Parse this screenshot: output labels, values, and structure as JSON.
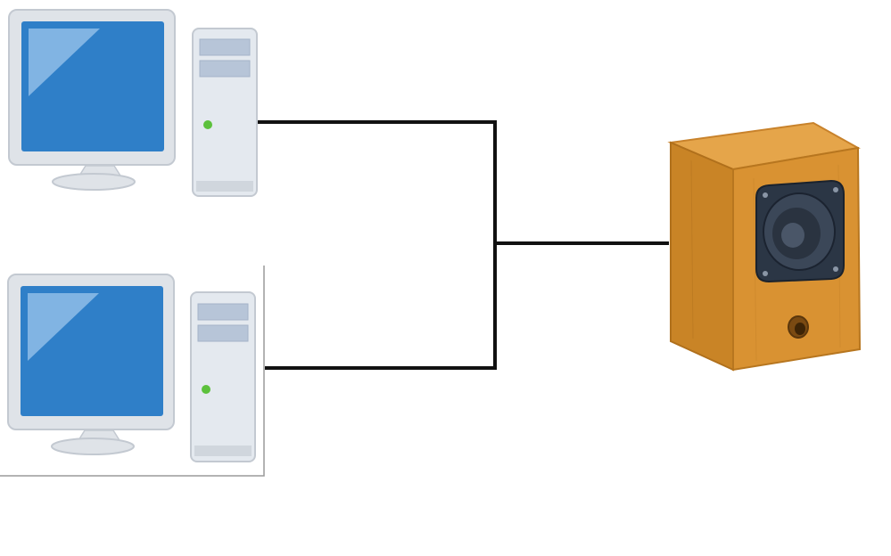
{
  "nodes": [
    {
      "id": "computer-1",
      "kind": "desktop-computer",
      "icon": "desktop-computer-icon"
    },
    {
      "id": "computer-2",
      "kind": "desktop-computer",
      "icon": "desktop-computer-icon"
    },
    {
      "id": "speaker",
      "kind": "speaker",
      "icon": "speaker-icon"
    }
  ],
  "edges": [
    {
      "from": "computer-1",
      "to": "speaker"
    },
    {
      "from": "computer-2",
      "to": "speaker"
    }
  ],
  "colors": {
    "screen_blue": "#2f7fc8",
    "monitor_frame": "#dfe3e8",
    "tower_body": "#e4e9ef",
    "power_led": "#5cc13c",
    "cable": "#111111",
    "speaker_wood": "#d99232",
    "speaker_cone": "#2b3645"
  }
}
